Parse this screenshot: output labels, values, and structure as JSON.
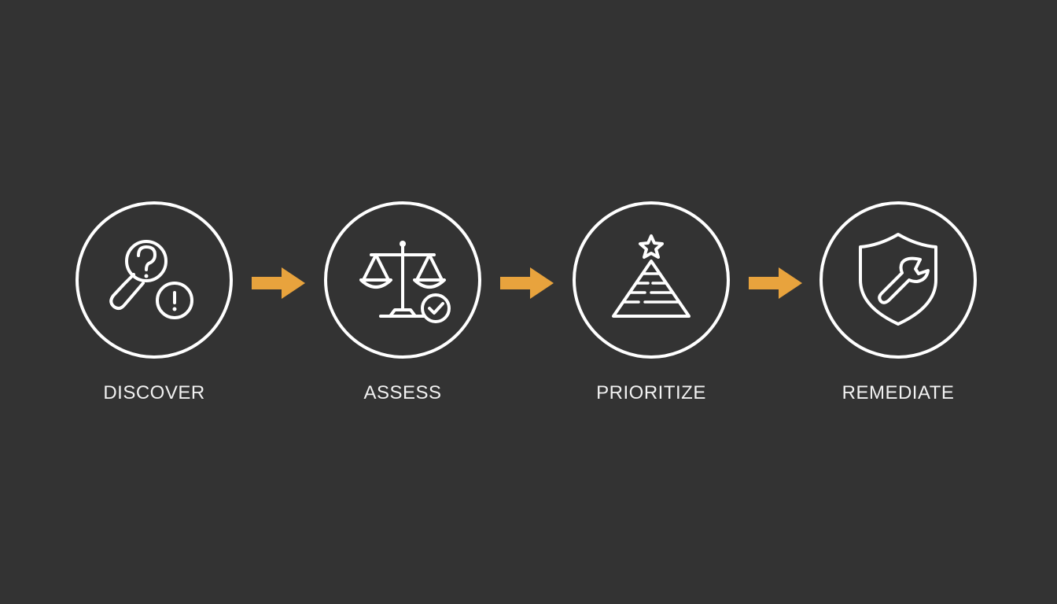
{
  "steps": [
    {
      "label": "DISCOVER",
      "icon": "magnifier-question-alert-icon"
    },
    {
      "label": "ASSESS",
      "icon": "balance-scale-check-icon"
    },
    {
      "label": "PRIORITIZE",
      "icon": "pyramid-star-icon"
    },
    {
      "label": "REMEDIATE",
      "icon": "shield-wrench-icon"
    }
  ],
  "colors": {
    "background": "#333333",
    "stroke": "#ffffff",
    "arrow": "#E8A33D",
    "text": "#f2f2f2"
  }
}
